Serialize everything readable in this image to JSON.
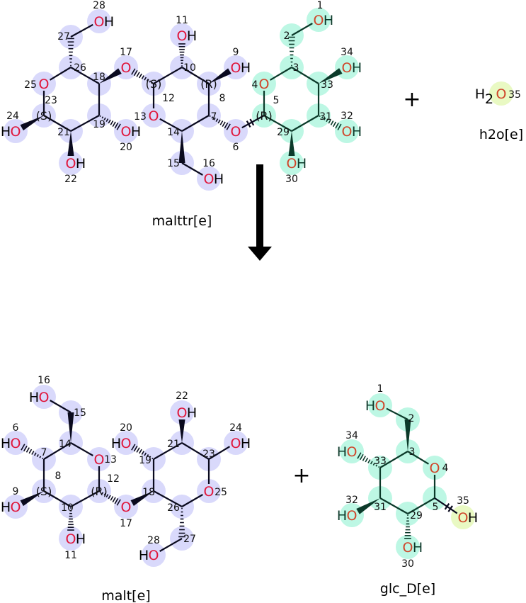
{
  "reaction": {
    "reactants": [
      {
        "id": "malttr",
        "name": "malttr[e]",
        "atoms": [
          {
            "n": "1",
            "label": "OH"
          },
          {
            "n": "2",
            "label": ""
          },
          {
            "n": "3",
            "label": ""
          },
          {
            "n": "4",
            "label": "O"
          },
          {
            "n": "5",
            "label": "",
            "stereo": "(R)"
          },
          {
            "n": "6",
            "label": "O"
          },
          {
            "n": "7",
            "label": ""
          },
          {
            "n": "8",
            "label": "",
            "stereo": "(R)"
          },
          {
            "n": "9",
            "label": "OH"
          },
          {
            "n": "10",
            "label": ""
          },
          {
            "n": "11",
            "label": "OH"
          },
          {
            "n": "12",
            "label": "",
            "stereo": "(S)"
          },
          {
            "n": "13",
            "label": "O"
          },
          {
            "n": "14",
            "label": ""
          },
          {
            "n": "15",
            "label": ""
          },
          {
            "n": "16",
            "label": "OH"
          },
          {
            "n": "17",
            "label": "O"
          },
          {
            "n": "18",
            "label": ""
          },
          {
            "n": "19",
            "label": ""
          },
          {
            "n": "20",
            "label": "OH"
          },
          {
            "n": "21",
            "label": ""
          },
          {
            "n": "22",
            "label": "OH"
          },
          {
            "n": "23",
            "label": "",
            "stereo": "(S)"
          },
          {
            "n": "24",
            "label": "HO"
          },
          {
            "n": "25",
            "label": "O"
          },
          {
            "n": "26",
            "label": ""
          },
          {
            "n": "27",
            "label": ""
          },
          {
            "n": "28",
            "label": "OH"
          },
          {
            "n": "29",
            "label": ""
          },
          {
            "n": "30",
            "label": "OH"
          },
          {
            "n": "31",
            "label": ""
          },
          {
            "n": "32",
            "label": "OH"
          },
          {
            "n": "33",
            "label": ""
          },
          {
            "n": "34",
            "label": "OH"
          }
        ],
        "bonds": [
          [
            "27",
            "28",
            "s"
          ],
          [
            "26",
            "27",
            "h"
          ],
          [
            "26",
            "25",
            "s"
          ],
          [
            "25",
            "23",
            "s"
          ],
          [
            "23",
            "21",
            "s"
          ],
          [
            "21",
            "19",
            "s"
          ],
          [
            "19",
            "18",
            "s"
          ],
          [
            "18",
            "26",
            "s"
          ],
          [
            "23",
            "24",
            "w"
          ],
          [
            "21",
            "22",
            "w"
          ],
          [
            "19",
            "20",
            "h"
          ],
          [
            "18",
            "17",
            "w"
          ],
          [
            "12",
            "17",
            "h"
          ],
          [
            "12",
            "10",
            "s"
          ],
          [
            "10",
            "8",
            "s"
          ],
          [
            "8",
            "7",
            "s"
          ],
          [
            "7",
            "14",
            "s"
          ],
          [
            "14",
            "13",
            "s"
          ],
          [
            "13",
            "12",
            "s"
          ],
          [
            "10",
            "11",
            "h"
          ],
          [
            "8",
            "9",
            "w"
          ],
          [
            "7",
            "6",
            "h"
          ],
          [
            "14",
            "15",
            "w"
          ],
          [
            "15",
            "16",
            "s"
          ],
          [
            "5",
            "6",
            "x"
          ],
          [
            "1",
            "2",
            "s"
          ],
          [
            "3",
            "2",
            "h"
          ],
          [
            "3",
            "4",
            "s"
          ],
          [
            "4",
            "5",
            "s"
          ],
          [
            "5",
            "29",
            "s"
          ],
          [
            "29",
            "31",
            "s"
          ],
          [
            "31",
            "33",
            "s"
          ],
          [
            "33",
            "3",
            "s"
          ],
          [
            "33",
            "34",
            "w"
          ],
          [
            "31",
            "32",
            "h"
          ],
          [
            "29",
            "30",
            "w"
          ]
        ]
      },
      {
        "id": "h2o",
        "name": "h2o[e]",
        "atoms": [
          {
            "n": "35",
            "label": "O",
            "prefix": "H",
            "sub": "2"
          }
        ],
        "bonds": []
      }
    ],
    "products": [
      {
        "id": "malt",
        "name": "malt[e]",
        "atoms": [
          {
            "n": "6",
            "label": "HO"
          },
          {
            "n": "7",
            "label": ""
          },
          {
            "n": "8",
            "label": "",
            "stereo": "(S)"
          },
          {
            "n": "9",
            "label": "HO"
          },
          {
            "n": "10",
            "label": ""
          },
          {
            "n": "11",
            "label": "OH"
          },
          {
            "n": "12",
            "label": "",
            "stereo": "(R)"
          },
          {
            "n": "13",
            "label": "O"
          },
          {
            "n": "14",
            "label": ""
          },
          {
            "n": "15",
            "label": ""
          },
          {
            "n": "16",
            "label": "HO"
          },
          {
            "n": "17",
            "label": "O"
          },
          {
            "n": "18",
            "label": ""
          },
          {
            "n": "19",
            "label": ""
          },
          {
            "n": "20",
            "label": "HO"
          },
          {
            "n": "21",
            "label": ""
          },
          {
            "n": "22",
            "label": "OH"
          },
          {
            "n": "23",
            "label": ""
          },
          {
            "n": "24",
            "label": "OH"
          },
          {
            "n": "25",
            "label": "O"
          },
          {
            "n": "26",
            "label": ""
          },
          {
            "n": "27",
            "label": ""
          },
          {
            "n": "28",
            "label": "HO"
          }
        ],
        "bonds": [
          [
            "16",
            "15",
            "s"
          ],
          [
            "14",
            "15",
            "w"
          ],
          [
            "14",
            "13",
            "s"
          ],
          [
            "13",
            "12",
            "s"
          ],
          [
            "12",
            "10",
            "s"
          ],
          [
            "10",
            "8",
            "s"
          ],
          [
            "8",
            "7",
            "s"
          ],
          [
            "7",
            "14",
            "s"
          ],
          [
            "7",
            "6",
            "h"
          ],
          [
            "8",
            "9",
            "w"
          ],
          [
            "10",
            "11",
            "h"
          ],
          [
            "12",
            "17",
            "h"
          ],
          [
            "18",
            "17",
            "w"
          ],
          [
            "18",
            "19",
            "s"
          ],
          [
            "19",
            "21",
            "s"
          ],
          [
            "21",
            "23",
            "s"
          ],
          [
            "23",
            "25",
            "s"
          ],
          [
            "25",
            "26",
            "s"
          ],
          [
            "26",
            "18",
            "s"
          ],
          [
            "19",
            "20",
            "h"
          ],
          [
            "21",
            "22",
            "w"
          ],
          [
            "23",
            "24",
            "s"
          ],
          [
            "26",
            "27",
            "h"
          ],
          [
            "27",
            "28",
            "s"
          ]
        ]
      },
      {
        "id": "glc",
        "name": "glc_D[e]",
        "atoms": [
          {
            "n": "1",
            "label": "HO"
          },
          {
            "n": "2",
            "label": ""
          },
          {
            "n": "3",
            "label": ""
          },
          {
            "n": "4",
            "label": "O"
          },
          {
            "n": "5",
            "label": ""
          },
          {
            "n": "29",
            "label": ""
          },
          {
            "n": "30",
            "label": "OH"
          },
          {
            "n": "31",
            "label": ""
          },
          {
            "n": "32",
            "label": "HO"
          },
          {
            "n": "33",
            "label": ""
          },
          {
            "n": "34",
            "label": "HO"
          },
          {
            "n": "35",
            "label": "OH"
          }
        ],
        "bonds": [
          [
            "1",
            "2",
            "s"
          ],
          [
            "3",
            "2",
            "w"
          ],
          [
            "3",
            "4",
            "s"
          ],
          [
            "4",
            "5",
            "s"
          ],
          [
            "5",
            "29",
            "s"
          ],
          [
            "29",
            "31",
            "s"
          ],
          [
            "31",
            "33",
            "s"
          ],
          [
            "33",
            "3",
            "s"
          ],
          [
            "33",
            "34",
            "h"
          ],
          [
            "31",
            "32",
            "w"
          ],
          [
            "29",
            "30",
            "h"
          ],
          [
            "5",
            "35",
            "x"
          ]
        ]
      }
    ],
    "plus_sign": "+",
    "colors": {
      "group_a": "#d9d9fb",
      "group_b": "#bdf7e4",
      "group_c": "#e9f9c3",
      "oxygen": "#e0153a",
      "oxygen_b": "#d0452a",
      "bond": "#0a0a1e",
      "bond_b": "#0c3a2a"
    }
  }
}
